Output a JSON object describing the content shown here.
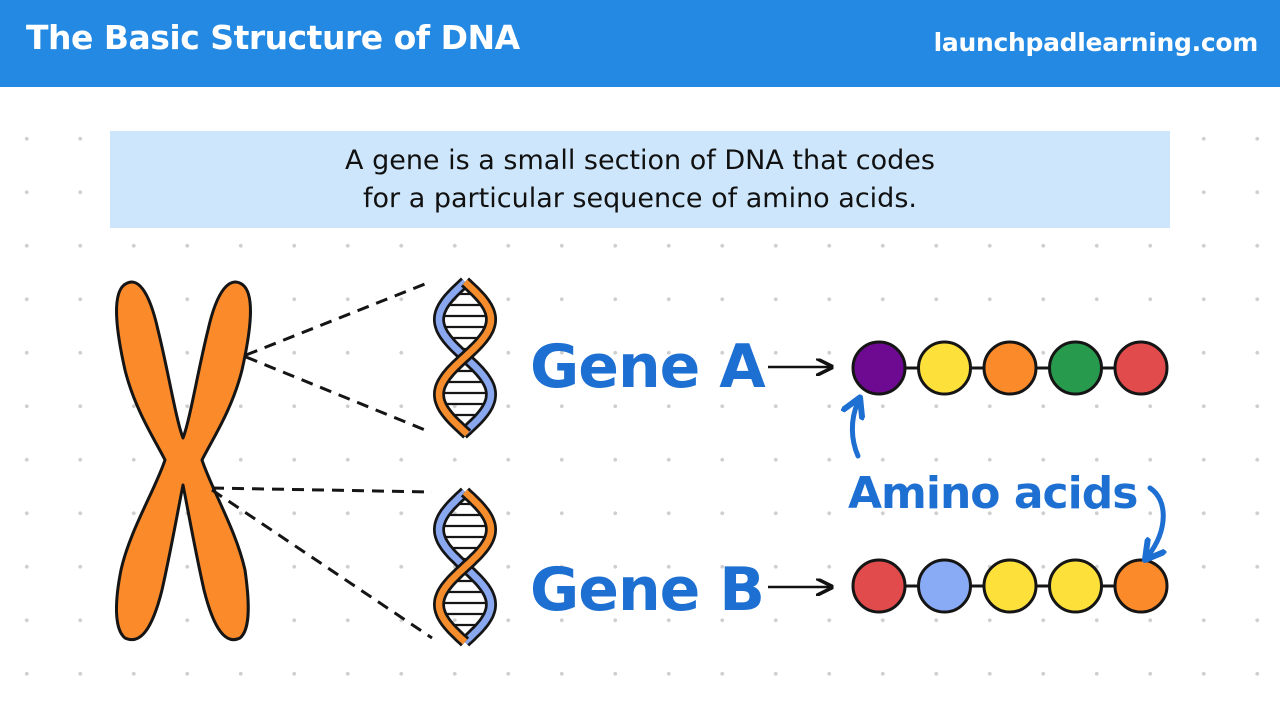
{
  "header": {
    "title": "The Basic Structure of DNA",
    "site": "launchpadlearning.com",
    "color": "#2389e2"
  },
  "caption": {
    "line1": "A gene is a small section of DNA that codes",
    "line2": "for a particular sequence of amino acids.",
    "background": "#cde6fb"
  },
  "labels": {
    "gene_a": "Gene A",
    "gene_b": "Gene B",
    "amino_acids": "Amino acids"
  },
  "colors": {
    "chromosome": "#fb8a2a",
    "helix_strand_1": "#f58d2d",
    "helix_strand_2": "#8aa8f0",
    "handwriting": "#1d6fd2"
  },
  "chains": {
    "gene_a": [
      "#6d0a91",
      "#fde13a",
      "#fb8a2a",
      "#289a4e",
      "#e14b4b"
    ],
    "gene_b": [
      "#e14b4b",
      "#89aaf4",
      "#fde13a",
      "#fde13a",
      "#fb8a2a"
    ]
  }
}
